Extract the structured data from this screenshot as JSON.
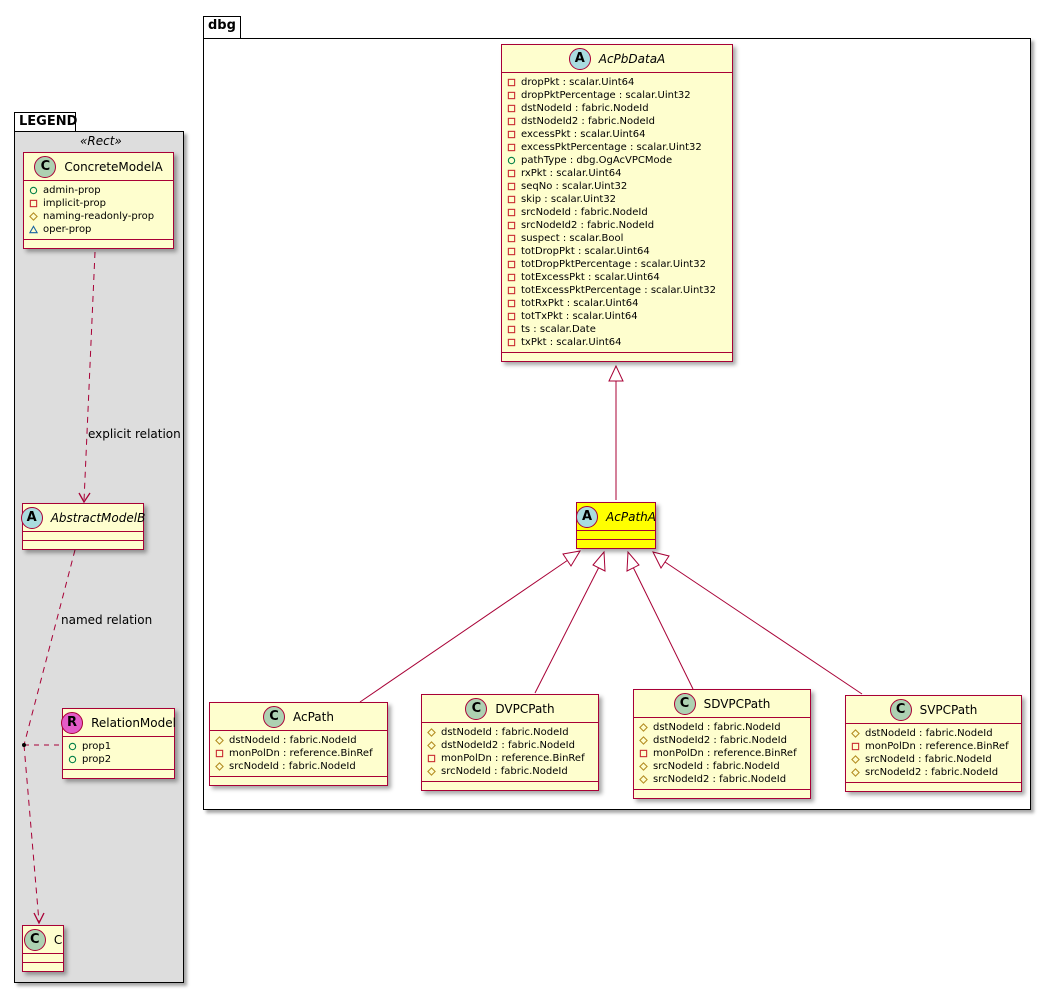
{
  "legend": {
    "package_name": "LEGEND",
    "stereotype": "«Rect»",
    "classes": {
      "concrete": {
        "kind": "C",
        "name": "ConcreteModelA",
        "attrs": [
          {
            "vis": "public",
            "text": "admin-prop"
          },
          {
            "vis": "private",
            "text": "implicit-prop"
          },
          {
            "vis": "protected",
            "text": "naming-readonly-prop"
          },
          {
            "vis": "package",
            "text": "oper-prop"
          }
        ]
      },
      "abstract": {
        "kind": "A",
        "name": "AbstractModelB",
        "attrs": []
      },
      "relation": {
        "kind": "R",
        "name": "RelationModel",
        "attrs": [
          {
            "vis": "public",
            "text": "prop1"
          },
          {
            "vis": "public",
            "text": "prop2"
          }
        ]
      },
      "c": {
        "kind": "C",
        "name": "C",
        "attrs": []
      }
    },
    "edges": {
      "explicit_label": "explicit relation",
      "named_label": "named relation"
    }
  },
  "dbg": {
    "package_name": "dbg",
    "classes": {
      "acpbdataa": {
        "kind": "A",
        "name": "AcPbDataA",
        "attrs": [
          {
            "vis": "private",
            "text": "dropPkt : scalar.Uint64"
          },
          {
            "vis": "private",
            "text": "dropPktPercentage : scalar.Uint32"
          },
          {
            "vis": "private",
            "text": "dstNodeId : fabric.NodeId"
          },
          {
            "vis": "private",
            "text": "dstNodeId2 : fabric.NodeId"
          },
          {
            "vis": "private",
            "text": "excessPkt : scalar.Uint64"
          },
          {
            "vis": "private",
            "text": "excessPktPercentage : scalar.Uint32"
          },
          {
            "vis": "public",
            "text": "pathType : dbg.OgAcVPCMode"
          },
          {
            "vis": "private",
            "text": "rxPkt : scalar.Uint64"
          },
          {
            "vis": "private",
            "text": "seqNo : scalar.Uint32"
          },
          {
            "vis": "private",
            "text": "skip : scalar.Uint32"
          },
          {
            "vis": "private",
            "text": "srcNodeId : fabric.NodeId"
          },
          {
            "vis": "private",
            "text": "srcNodeId2 : fabric.NodeId"
          },
          {
            "vis": "private",
            "text": "suspect : scalar.Bool"
          },
          {
            "vis": "private",
            "text": "totDropPkt : scalar.Uint64"
          },
          {
            "vis": "private",
            "text": "totDropPktPercentage : scalar.Uint32"
          },
          {
            "vis": "private",
            "text": "totExcessPkt : scalar.Uint64"
          },
          {
            "vis": "private",
            "text": "totExcessPktPercentage : scalar.Uint32"
          },
          {
            "vis": "private",
            "text": "totRxPkt : scalar.Uint64"
          },
          {
            "vis": "private",
            "text": "totTxPkt : scalar.Uint64"
          },
          {
            "vis": "private",
            "text": "ts : scalar.Date"
          },
          {
            "vis": "private",
            "text": "txPkt : scalar.Uint64"
          }
        ]
      },
      "acpatha": {
        "kind": "A",
        "name": "AcPathA",
        "highlight": "#FFFF00",
        "attrs": []
      },
      "acpath": {
        "kind": "C",
        "name": "AcPath",
        "attrs": [
          {
            "vis": "protected",
            "text": "dstNodeId : fabric.NodeId"
          },
          {
            "vis": "private",
            "text": "monPolDn : reference.BinRef"
          },
          {
            "vis": "protected",
            "text": "srcNodeId : fabric.NodeId"
          }
        ]
      },
      "dvpcpath": {
        "kind": "C",
        "name": "DVPCPath",
        "attrs": [
          {
            "vis": "protected",
            "text": "dstNodeId : fabric.NodeId"
          },
          {
            "vis": "protected",
            "text": "dstNodeId2 : fabric.NodeId"
          },
          {
            "vis": "private",
            "text": "monPolDn : reference.BinRef"
          },
          {
            "vis": "protected",
            "text": "srcNodeId : fabric.NodeId"
          }
        ]
      },
      "sdvpcpath": {
        "kind": "C",
        "name": "SDVPCPath",
        "attrs": [
          {
            "vis": "protected",
            "text": "dstNodeId : fabric.NodeId"
          },
          {
            "vis": "protected",
            "text": "dstNodeId2 : fabric.NodeId"
          },
          {
            "vis": "private",
            "text": "monPolDn : reference.BinRef"
          },
          {
            "vis": "protected",
            "text": "srcNodeId : fabric.NodeId"
          },
          {
            "vis": "protected",
            "text": "srcNodeId2 : fabric.NodeId"
          }
        ]
      },
      "svpcpath": {
        "kind": "C",
        "name": "SVPCPath",
        "attrs": [
          {
            "vis": "protected",
            "text": "dstNodeId : fabric.NodeId"
          },
          {
            "vis": "private",
            "text": "monPolDn : reference.BinRef"
          },
          {
            "vis": "protected",
            "text": "srcNodeId : fabric.NodeId"
          },
          {
            "vis": "protected",
            "text": "srcNodeId2 : fabric.NodeId"
          }
        ]
      }
    }
  },
  "colors": {
    "class_fill": "#FEFECE",
    "class_border": "#A80036",
    "legend_fill": "#DDDDDD",
    "public": "#038048",
    "private": "#C82930",
    "protected": "#B38D22",
    "package": "#1963A0"
  }
}
